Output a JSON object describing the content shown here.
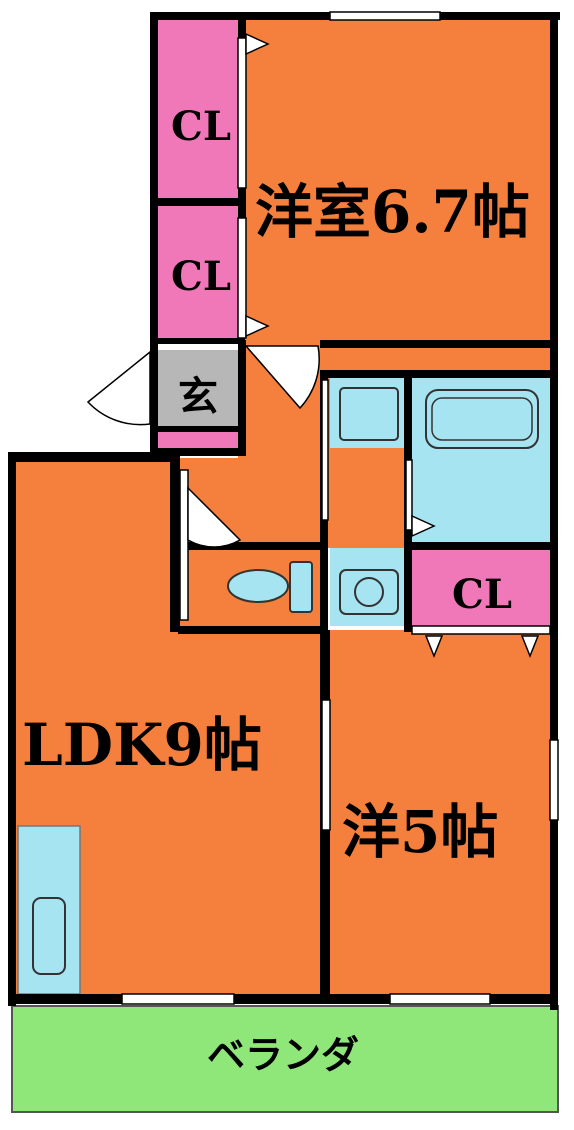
{
  "rooms": {
    "western_a": "洋室6.7帖",
    "ldk": "LDK9帖",
    "western_b": "洋5帖",
    "entrance": "玄",
    "veranda": "ベランダ",
    "closet_1": "CL",
    "closet_2": "CL",
    "closet_3": "CL"
  },
  "colors": {
    "room": "#f57f3c",
    "closet": "#f077b8",
    "wet_area": "#a6e4f1",
    "entrance": "#b7b7b7",
    "veranda": "#8fe77a",
    "wall": "#000000"
  }
}
